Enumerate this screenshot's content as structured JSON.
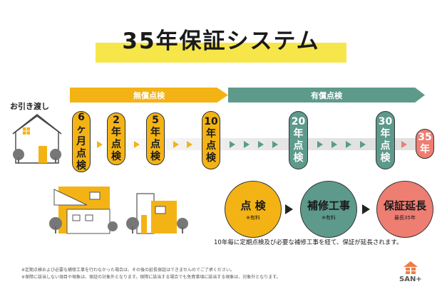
{
  "title": "35年保証システム",
  "handover_label": "お引き渡し",
  "phases": {
    "free": "無償点検",
    "paid": "有償点検"
  },
  "inspections": [
    {
      "lines": [
        "6",
        "ヶ",
        "月",
        "点",
        "検"
      ],
      "type": "free",
      "color": "#f4b315"
    },
    {
      "lines": [
        "2",
        "年",
        "点",
        "検"
      ],
      "type": "free",
      "color": "#f4b315"
    },
    {
      "lines": [
        "5",
        "年",
        "点",
        "検"
      ],
      "type": "free",
      "color": "#f4b315"
    },
    {
      "lines": [
        "10",
        "年",
        "点",
        "検"
      ],
      "type": "free",
      "color": "#f4b315"
    },
    {
      "lines": [
        "20",
        "年",
        "点",
        "検"
      ],
      "type": "paid",
      "color": "#5d9a8b"
    },
    {
      "lines": [
        "30",
        "年",
        "点",
        "検"
      ],
      "type": "paid",
      "color": "#5d9a8b"
    },
    {
      "lines": [
        "35",
        "年"
      ],
      "type": "end",
      "color": "#ee7d72"
    }
  ],
  "process": [
    {
      "label": "点 検",
      "sub": "※有料",
      "color": "#f4b315"
    },
    {
      "label": "補修工事",
      "sub": "※有料",
      "color": "#5d9a8b"
    },
    {
      "label": "保証延長",
      "sub": "最長35年",
      "color": "#ee7d72"
    }
  ],
  "caption": "10年毎に定期点検及び必要な補修工事を経て、保証が延長されます。",
  "notes": [
    "※定期点検および必要な補修工事を行わなかった場合は、その後の延長保証はできませんのでご了承ください。",
    "※保障に該当しない項目や現象は、保証の対象外となります。保障に該当する場合でも免責事項に該当する現象は、対象外となります。"
  ],
  "brand": "SAN+",
  "colors": {
    "yellow": "#f4b315",
    "green": "#5d9a8b",
    "red": "#ee7d72",
    "title_highlight": "#f7e64a"
  }
}
